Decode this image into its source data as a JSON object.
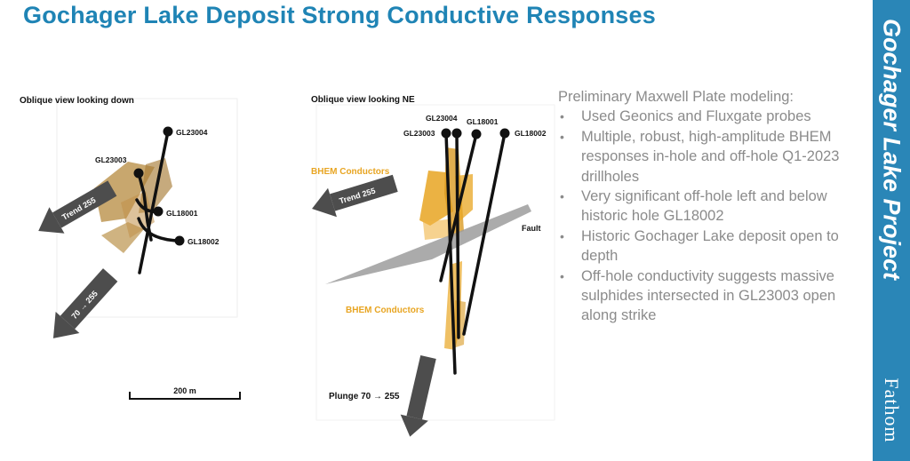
{
  "title": "Gochager Lake Deposit Strong Conductive Responses",
  "sidebar": {
    "project": "Gochager Lake Project",
    "logo": "Fathom"
  },
  "left_view": {
    "heading": "Oblique view looking down",
    "holes": [
      "GL23004",
      "GL23003",
      "GL18001",
      "GL18002"
    ],
    "trend_label": "Trend 255",
    "plunge_label": "70 → 255",
    "scale_label": "200 m"
  },
  "right_view": {
    "heading": "Oblique view looking NE",
    "holes": [
      "GL23004",
      "GL18001",
      "GL23003",
      "GL18002"
    ],
    "conductor_upper": "BHEM Conductors",
    "conductor_lower": "BHEM Conductors",
    "trend_label": "Trend 255",
    "fault_label": "Fault",
    "plunge_label": "Plunge 70 → 255"
  },
  "notes": {
    "intro": "Preliminary Maxwell Plate modeling:",
    "bullets": [
      "Used Geonics and Fluxgate probes",
      "Multiple, robust, high-amplitude BHEM responses in-hole and off-hole Q1-2023 drillholes",
      "Very significant off-hole left and below historic hole GL18002",
      "Historic Gochager Lake deposit open to depth",
      "Off-hole conductivity suggests massive sulphides intersected in GL23003 open along strike"
    ]
  },
  "colors": {
    "title": "#1f84b5",
    "sidebar": "#2a86b7",
    "conductor": "#e8a522",
    "conductor_dark": "#b58a3e",
    "text_grey": "#8b8b8b",
    "arrow": "#4d4d4d"
  }
}
